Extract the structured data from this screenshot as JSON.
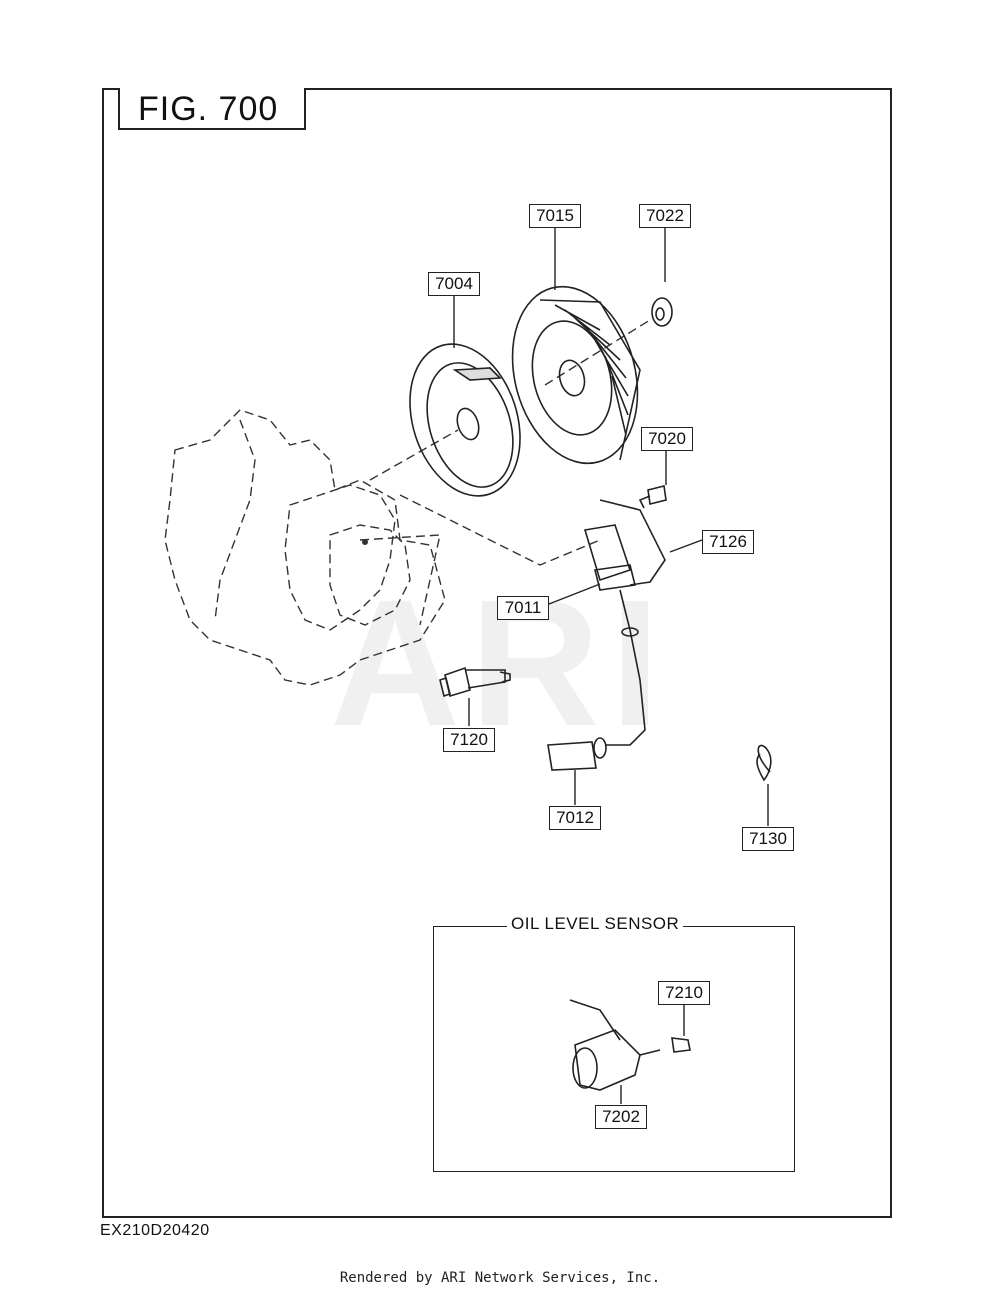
{
  "figure": {
    "title": "FIG. 700",
    "doc_code": "EX210D20420",
    "watermark": "ARI"
  },
  "callouts": {
    "c7004": "7004",
    "c7015": "7015",
    "c7022": "7022",
    "c7020": "7020",
    "c7126": "7126",
    "c7011": "7011",
    "c7120": "7120",
    "c7012": "7012",
    "c7130": "7130",
    "c7210": "7210",
    "c7202": "7202"
  },
  "oil_sensor": {
    "title": "OIL LEVEL SENSOR"
  },
  "footer": {
    "text": "Rendered by ARI Network Services, Inc."
  }
}
